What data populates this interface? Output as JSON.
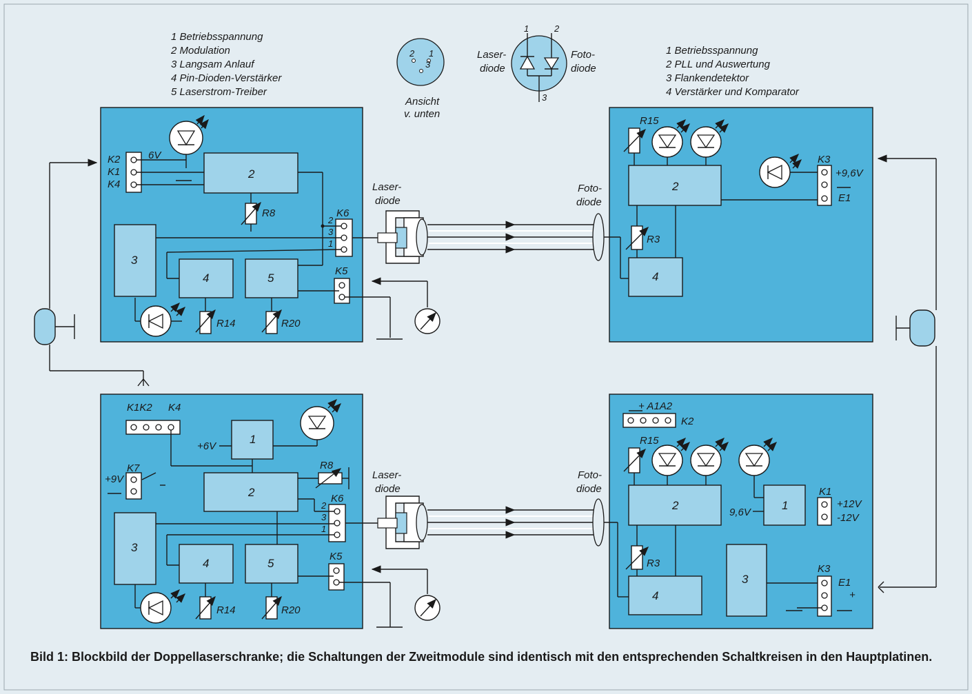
{
  "legend_left": [
    "1 Betriebsspannung",
    "2 Modulation",
    "3 Langsam Anlauf",
    "4 Pin-Dioden-Verstärker",
    "5 Laserstrom-Treiber"
  ],
  "legend_right": [
    "1 Betriebsspannung",
    "2 PLL und Auswertung",
    "3 Flankendetektor",
    "4 Verstärker und Komparator"
  ],
  "pinout": {
    "pin1": "1",
    "pin2": "2",
    "pin3": "3",
    "view": [
      "Ansicht",
      "v. unten"
    ]
  },
  "diode_symbol": {
    "pin1": "1",
    "pin2": "2",
    "pin3": "3",
    "laser": [
      "Laser-",
      "diode"
    ],
    "foto": [
      "Foto-",
      "diode"
    ]
  },
  "labels": {
    "laserdiode": [
      "Laser-",
      "diode"
    ],
    "fotodiode": [
      "Foto-",
      "diode"
    ],
    "K1": "K1",
    "K2": "K2",
    "K3": "K3",
    "K4": "K4",
    "K5": "K5",
    "K6": "K6",
    "K7": "K7",
    "K1K2": "K1K2",
    "R3": "R3",
    "R8": "R8",
    "R14": "R14",
    "R15": "R15",
    "R20": "R20",
    "v6": "6V",
    "v6plus": "+6V",
    "v9plus": "+9V",
    "v96plus": "+9,6V",
    "v96": "9,6V",
    "v12plus": "+12V",
    "v12minus": "-12V",
    "E1": "E1",
    "plus": "+",
    "A1A2": "+ A1A2",
    "b1": "1",
    "b2": "2",
    "b3": "3",
    "b4": "4",
    "b5": "5"
  },
  "caption": "Bild 1: Blockbild der Doppellaserschranke; die Schaltungen der Zweitmodule sind identisch mit den entsprechenden Schaltkreisen in den Hauptplatinen."
}
